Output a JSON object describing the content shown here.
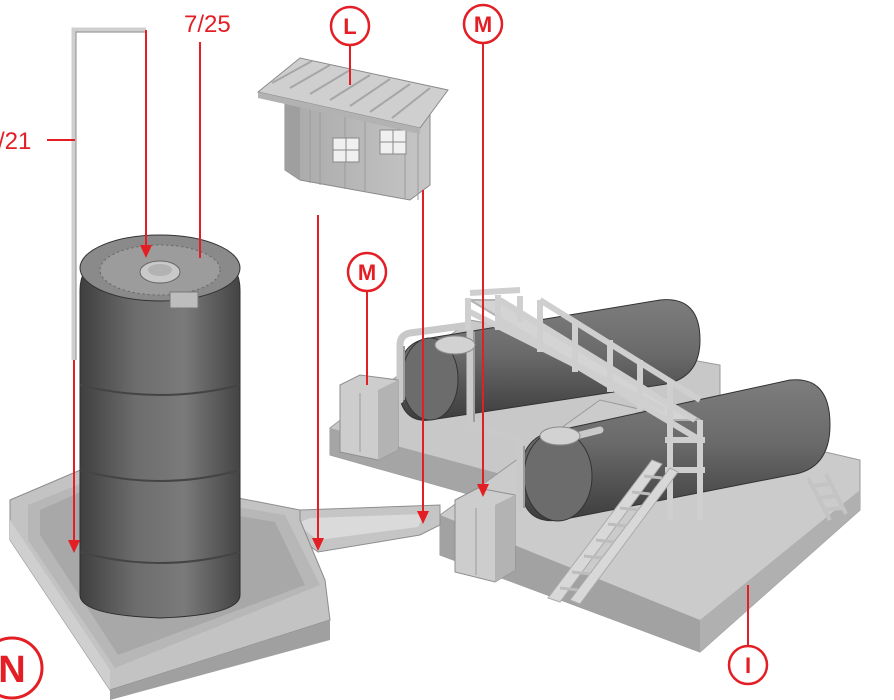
{
  "colors": {
    "accent": "#e31e24",
    "part_light": "#bdbdbd",
    "part_mid": "#9a9a9a",
    "part_dark": "#5e5e5e"
  },
  "labels": {
    "part_7_25": "7/25",
    "part_21": "/21",
    "letter_L": "L",
    "letter_M_top": "M",
    "letter_M_mid": "M",
    "letter_N": "N",
    "letter_I": "I"
  }
}
